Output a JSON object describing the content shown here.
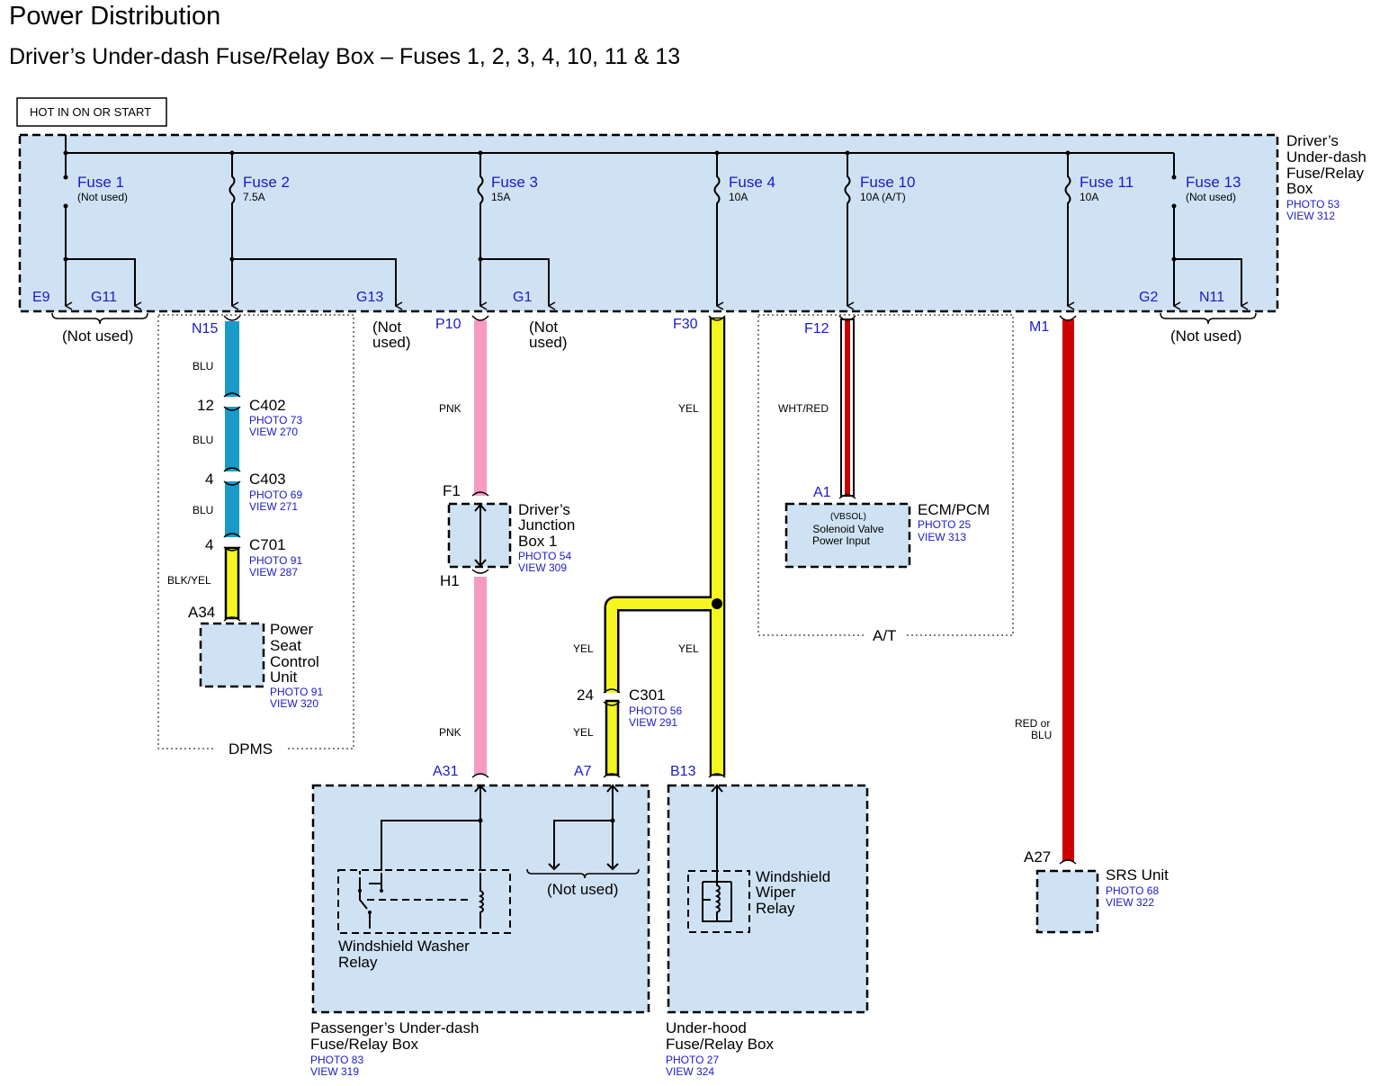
{
  "header": {
    "title": "Power Distribution",
    "subtitle": "Driver’s Under-dash Fuse/Relay Box – Fuses 1, 2, 3, 4, 10, 11 & 13",
    "hot_label": "HOT IN ON OR START"
  },
  "main_box": {
    "name_lines": [
      "Driver’s",
      "Under-dash",
      "Fuse/Relay",
      "Box"
    ],
    "photo": "PHOTO 53",
    "view": "VIEW 312",
    "fuses": [
      {
        "name": "Fuse 1",
        "rating": "(Not used)"
      },
      {
        "name": "Fuse 2",
        "rating": "7.5A"
      },
      {
        "name": "Fuse 3",
        "rating": "15A"
      },
      {
        "name": "Fuse 4",
        "rating": "10A"
      },
      {
        "name": "Fuse 10",
        "rating": "10A (A/T)"
      },
      {
        "name": "Fuse 11",
        "rating": "10A"
      },
      {
        "name": "Fuse 13",
        "rating": "(Not used)"
      }
    ],
    "terminals": [
      "E9",
      "G11",
      "G13",
      "G1",
      "G2",
      "N11"
    ],
    "not_used": "(Not used)",
    "not_used_2": [
      "(Not",
      "used)"
    ]
  },
  "dpms": {
    "area_label": "DPMS",
    "pin_top": "N15",
    "wires": [
      "BLU",
      "BLU",
      "BLU",
      "BLK/YEL"
    ],
    "connectors": [
      {
        "pin": "12",
        "name": "C402",
        "photo": "PHOTO 73",
        "view": "VIEW 270"
      },
      {
        "pin": "4",
        "name": "C403",
        "photo": "PHOTO 69",
        "view": "VIEW 271"
      },
      {
        "pin": "4",
        "name": "C701",
        "photo": "PHOTO 91",
        "view": "VIEW 287"
      }
    ],
    "pin_bottom": "A34",
    "unit_lines": [
      "Power",
      "Seat",
      "Control",
      "Unit"
    ],
    "unit_photo": "PHOTO 91",
    "unit_view": "VIEW 320"
  },
  "fuse3_circuit": {
    "pin_top": "P10",
    "wire1": "PNK",
    "wire2": "PNK",
    "jb_pin_in": "F1",
    "jb_pin_out": "H1",
    "jb_lines": [
      "Driver’s",
      "Junction",
      "Box 1"
    ],
    "jb_photo": "PHOTO 54",
    "jb_view": "VIEW 309",
    "pin_bottom": "A31"
  },
  "fuse4_circuit": {
    "pin_top": "F30",
    "wire_top": "YEL",
    "wire_branch": "YEL",
    "wire_main": "YEL",
    "wire_after": "YEL",
    "c301_pin": "24",
    "c301_name": "C301",
    "c301_photo": "PHOTO 56",
    "c301_view": "VIEW 291",
    "pin_a7": "A7",
    "pin_b13": "B13"
  },
  "fuse10_circuit": {
    "pin_top": "F12",
    "wire": "WHT/RED",
    "pin_bottom": "A1",
    "area_label": "A/T",
    "ecm_name": "ECM/PCM",
    "ecm_photo": "PHOTO 25",
    "ecm_view": "VIEW 313",
    "inner_lines": [
      "(VBSOL)",
      "Solenoid Valve",
      "Power Input"
    ]
  },
  "fuse11_circuit": {
    "pin_top": "M1",
    "wire_lines": [
      "RED or",
      "BLU"
    ],
    "pin_bottom": "A27",
    "unit_name": "SRS Unit",
    "unit_photo": "PHOTO 68",
    "unit_view": "VIEW 322"
  },
  "passenger_box": {
    "relay_lines": [
      "Windshield Washer",
      "Relay"
    ],
    "not_used": "(Not used)",
    "name_lines": [
      "Passenger’s Under-dash",
      "Fuse/Relay Box"
    ],
    "photo": "PHOTO 83",
    "view": "VIEW 319"
  },
  "underhood_box": {
    "relay_lines": [
      "Windshield",
      "Wiper",
      "Relay"
    ],
    "name_lines": [
      "Under-hood",
      "Fuse/Relay Box"
    ],
    "photo": "PHOTO 27",
    "view": "VIEW 324"
  },
  "colors": {
    "box_fill": "#cfe2f3",
    "label_blue": "#1a1acc",
    "wire_blue": "#1a9ac9",
    "wire_pink": "#f59ac4",
    "wire_yellow": "#f5f51f",
    "wire_red": "#cc0000"
  }
}
